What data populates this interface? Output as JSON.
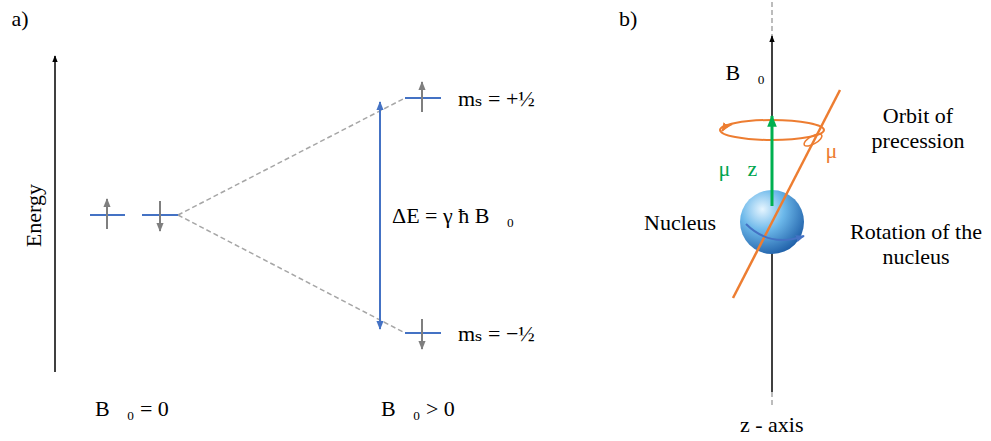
{
  "diagram": {
    "labels": [
      "a)",
      "Energy",
      "mₛ = +½",
      "ΔE = γ ħ B⃗₀",
      "mₛ = −½",
      "B⃗₀ = 0",
      "B⃗₀ > 0",
      "b)",
      "B⃗₀",
      "Orbit of precession",
      "μ⃗z",
      "μ⃗",
      "Nucleus",
      "Rotation of the nucleus",
      "z - axis"
    ]
  }
}
